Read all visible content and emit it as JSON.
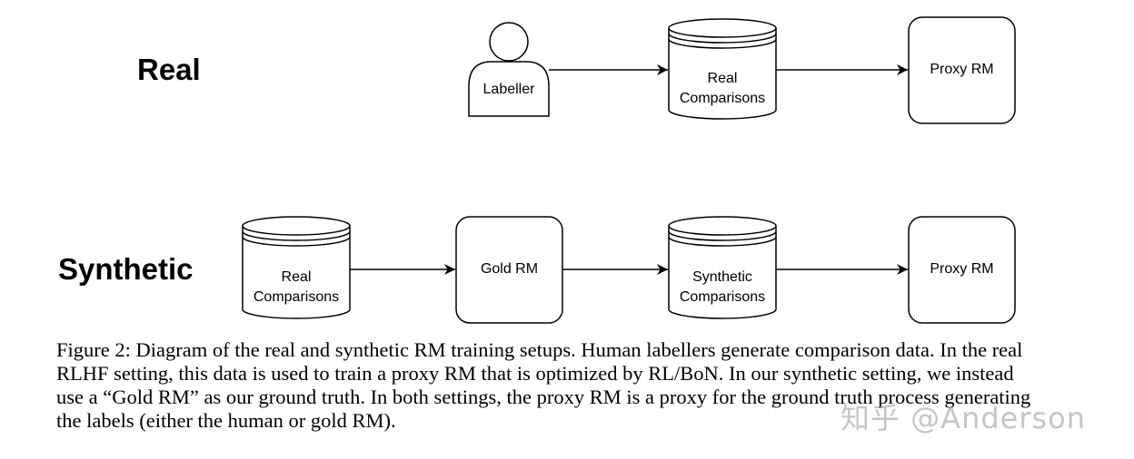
{
  "rows": {
    "real": {
      "label": "Real",
      "nodes": {
        "labeller": "Labeller",
        "comparisons_line1": "Real",
        "comparisons_line2": "Comparisons",
        "proxy": "Proxy RM"
      }
    },
    "synthetic": {
      "label": "Synthetic",
      "nodes": {
        "real_comparisons_line1": "Real",
        "real_comparisons_line2": "Comparisons",
        "gold": "Gold RM",
        "synthetic_comparisons_line1": "Synthetic",
        "synthetic_comparisons_line2": "Comparisons",
        "proxy": "Proxy RM"
      }
    }
  },
  "caption": "Figure 2: Diagram of the real and synthetic RM training setups. Human labellers generate comparison data. In the real RLHF setting, this data is used to train a proxy RM that is optimized by RL/BoN. In our synthetic setting, we instead use a “Gold RM” as our ground truth. In both settings, the proxy RM is a proxy for the ground truth process generating the labels (either the human or gold RM).",
  "watermark": "知乎 @Anderson",
  "colors": {
    "stroke": "#000000",
    "fill": "#ffffff",
    "watermark": "#969696"
  }
}
